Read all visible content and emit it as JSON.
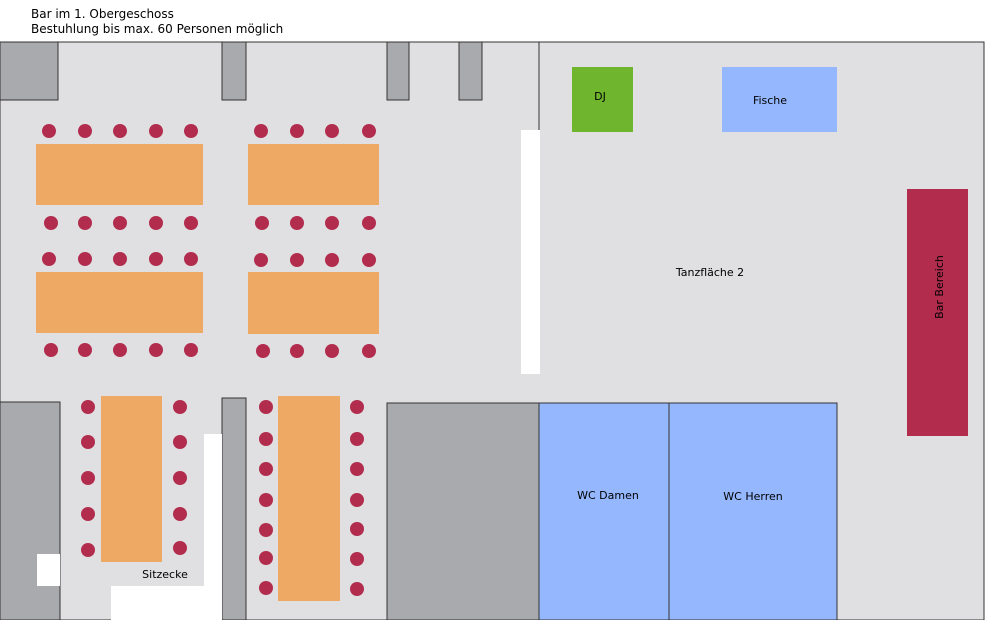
{
  "title": {
    "line1": "Bar im 1. Obergeschoss",
    "line2": "Bestuhlung bis max. 60 Personen möglich"
  },
  "labels": {
    "dj": "DJ",
    "fische": "Fische",
    "tanzflaeche": "Tanzfläche 2",
    "bar": "Bar Bereich",
    "wc_damen": "WC Damen",
    "wc_herren": "WC Herren",
    "sitzecke": "Sitzecke"
  },
  "colors": {
    "floor": "#e0e0e2",
    "wall": "#a9aaad",
    "table": "#eea964",
    "chair": "#b22c4e",
    "dj": "#6fb62e",
    "fische": "#94b7fe",
    "bar": "#b22c4e",
    "wc": "#94b7fe"
  }
}
